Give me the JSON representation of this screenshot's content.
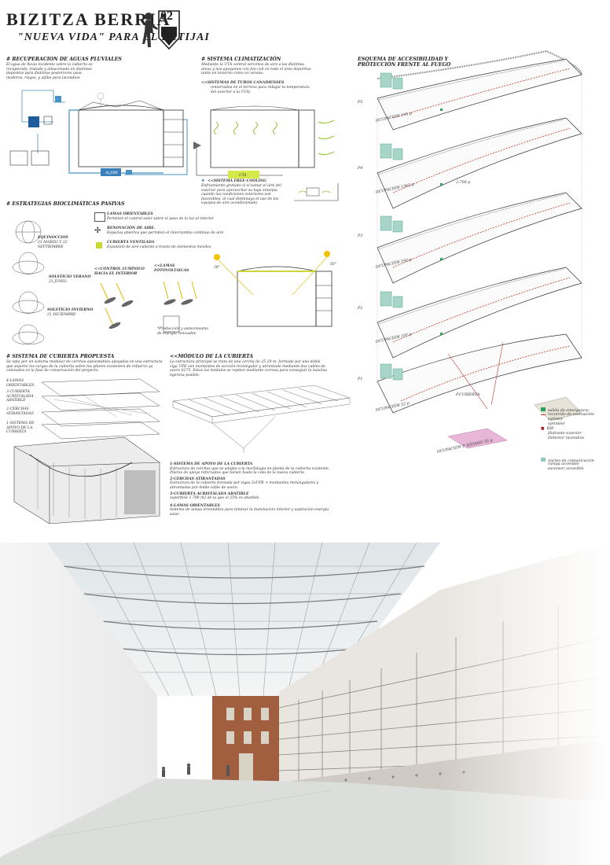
{
  "header": {
    "title": "BIZITZA BERRIA",
    "subtitle": "\"NUEVA VIDA\" PARA EL BETIJAI",
    "sheet_number": "02"
  },
  "sections": {
    "rainwater": {
      "title": "# RECUPERACION DE AGUAS PLUVIALES",
      "text": "El agua de lluvia incidente sobre la cubierta es recuperada, tratada y almacenada en distintos depósitos para distintos posteriores usos: inodoros, riegos, y aljibe para incendios.",
      "tank_label": "ALJIBE"
    },
    "climate": {
      "title": "# SISTEMA CLIMATIZACIÓN",
      "text": "Mediante la UTA central servimos de aire a las distintas areas y nos apoyamos con fan-coil en todo el area deportiva tanto en invierno como en verano.",
      "canadian_title": "<<SISTEMAS DE TUBOS CANADIENSES",
      "canadian_text": "(enterrados en el terreno para rebajar la temperatura del exterior a la UTA)",
      "uta_label": "UTA",
      "freecooling_title": "<<SISTEMA FREE-COOLING",
      "freecooling_text": "Enfriamiento gratuito si el tamar el aire del exterior para aprovechar su baja entalpía cuando las condiciones exteriores son favorables. al cual disminuya el uso de los equipos de aire acondicionado."
    },
    "bioclimatic": {
      "title": "# ESTRATEGIAS BIOCLIMÁTICAS PASIVAS",
      "items": [
        {
          "title": "LAMAS ORIENTABLES",
          "text": "Permiten el control solar sobre el paso de la luz al interior"
        },
        {
          "title": "RENOVACIÓN DE AIRE.",
          "text": "Espacios abiertos que permiten el intercambio continuo de aire"
        },
        {
          "title": "CUBIERTA VENTILADA",
          "text": "Expulsión de aire caliente a través de elementos móviles"
        }
      ],
      "solar_labels": [
        {
          "title": "EQUINOCCIOS",
          "text": "21 MARZO Y 22 SEPTIEMBRE"
        },
        {
          "title": "SOLSTICIO VERANO",
          "text": "21 JUNIO"
        },
        {
          "title": "SOLSTICIO INVIERNO",
          "text": "21 DICIEMBRE"
        }
      ],
      "lumen_label": "<<CONTROL LUMÍNICO HACIA EL INTERIOR",
      "pv_label": "<<LAMAS FOTOVOLTAICAS",
      "pv_note": "*Producción y autoconsumo de energía renovable",
      "angle_1": "26°",
      "angle_2": "50°"
    },
    "roof": {
      "title": "# SISTEMA DE CUBIERTA PROPUESTA",
      "text": "Se opta por un sistema modular de cerchas autoestables apoyadas en una estructura que soporte los cargas de la cubierta sobre los pilares existentes de refuerzo ya colocados en la fase de conservación del proyecto.",
      "layers": [
        "4-LAMAS ORIENTABLES",
        "3-CUBIERTA ACRISTALADA ABATIBLE",
        "2-CERCHAS ATIRANTADAS",
        "1-SISTEMA DE APOYO DE LA CUBIERTA"
      ],
      "module_title": "<<MÓDULO DE LA CUBIERTA",
      "module_text": "La estructura principal se trata de una cercha de 25-29 m. formada por una doble viga UPE con montantes de sección rectangular y atirantado mediante dos cables de acero S275. Estos los módulos se repiten mediante correas para conseguir la máxima ligereza posible.",
      "notes": [
        {
          "title": "1-SISTEMA DE APOYO DE LA CUBIERTA",
          "text": "Estructura de cerchas que se adapta a la morfología en planta de la cubierta existente. Pilares de apoyo reforzados que tienen hasta la cota de la nueva cubierta"
        },
        {
          "title": "2-CERCHAS ATIRANTADAS",
          "text": "Estructura de la cubierta formada por vigas 2xUPE + montantes rectangulares y atirantadas por doble cable de acero."
        },
        {
          "title": "3-CUBIERTA ACRISTALADA ABATIBLE",
          "text": "superficie 1.798 m2 de la que el 25% es abatible."
        },
        {
          "title": "4-LAMAS ORIENTABLES",
          "text": "Sistema de lamas orientables para tamizar la iluminación interior y aspiración energía solar."
        }
      ]
    },
    "fire": {
      "title": "ESQUEMA DE ACCESIBILIDAD Y PROTECCIÓN FRENTE AL FUEGO",
      "floor_labels": [
        "OCUPACIÓN 195 p",
        "OCUPACIÓN 1363 p",
        "OCUPACIÓN 195 p",
        "OCUPACIÓN 197 p",
        "OCUPACIÓN 52 p",
        "OCUPACIÓN P. SÓTANO 35 p"
      ],
      "area_label": "3.700 p",
      "floor_marks": [
        "P5",
        "P4",
        "P3",
        "P2",
        "P1",
        "P.CUBIERTA"
      ],
      "legend": [
        {
          "label": "salida de emergencia",
          "color": "#2e9e5b"
        },
        {
          "label": "recorrido de evacuación",
          "color": "#c0392b"
        },
        {
          "label": "extintor",
          "color": "#c0392b"
        },
        {
          "label": "sprinkler",
          "color": "#c0392b"
        },
        {
          "label": "BIE",
          "color": "#c0392b"
        },
        {
          "label": "Hidrante exterior",
          "color": "#c0392b"
        },
        {
          "label": "Detector incendios",
          "color": "#c0392b"
        },
        {
          "label": "núcleo de comunicación",
          "color": "#8fc9bd"
        },
        {
          "label": "rampa accesible",
          "color": "#8fc9bd"
        },
        {
          "label": "ascensor accesible",
          "color": "#8fc9bd"
        }
      ]
    }
  },
  "render": {
    "colors": {
      "sky": "#eef1f3",
      "floor": "#d9dbd8",
      "brick": "#9b5a3c",
      "glass": "#c9d2d6"
    }
  }
}
